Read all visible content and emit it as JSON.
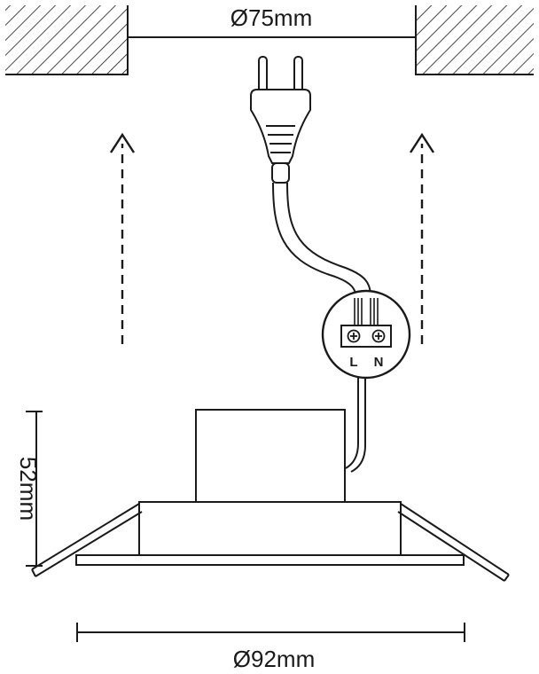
{
  "dimensions": {
    "cutout_diameter": "Ø75mm",
    "outer_diameter": "Ø92mm",
    "height": "52mm"
  },
  "terminal": {
    "live_label": "L",
    "neutral_label": "N"
  },
  "colors": {
    "line": "#1a1a1a",
    "background": "#ffffff"
  }
}
